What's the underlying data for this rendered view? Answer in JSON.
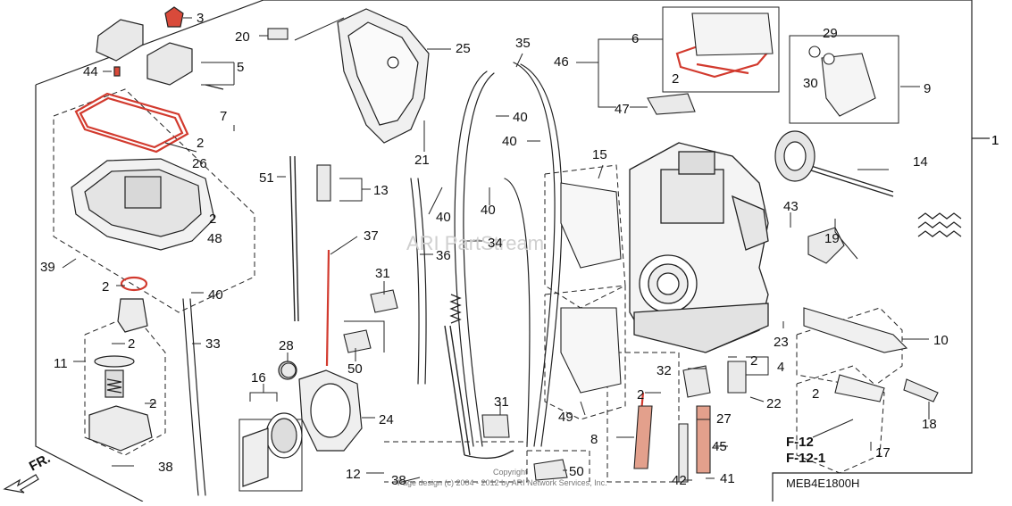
{
  "diagram": {
    "title_code": "MEB4E1800H",
    "watermark": "ARI PartStream",
    "copyright": "Copyright",
    "copyright_line": "Page design (c) 2004 - 2012 by ARI Network Services, Inc.",
    "direction_label": "FR.",
    "page_refs": [
      "F-12",
      "F-12-1"
    ],
    "callouts": [
      "3",
      "20",
      "25",
      "35",
      "6",
      "29",
      "44",
      "5",
      "46",
      "30",
      "9",
      "7",
      "2",
      "2",
      "26",
      "40",
      "47",
      "40",
      "1",
      "21",
      "15",
      "14",
      "51",
      "13",
      "2",
      "48",
      "40",
      "40",
      "43",
      "19",
      "37",
      "34",
      "36",
      "39",
      "31",
      "2",
      "40",
      "33",
      "11",
      "2",
      "28",
      "50",
      "23",
      "10",
      "2",
      "32",
      "2",
      "4",
      "16",
      "24",
      "2",
      "31",
      "22",
      "2",
      "8",
      "27",
      "18",
      "38",
      "12",
      "38",
      "50",
      "45",
      "42",
      "41",
      "17",
      "49",
      "1"
    ]
  },
  "colors": {
    "line": "#222222",
    "gasket": "#d23a2e",
    "highlight": "#c8401f"
  }
}
